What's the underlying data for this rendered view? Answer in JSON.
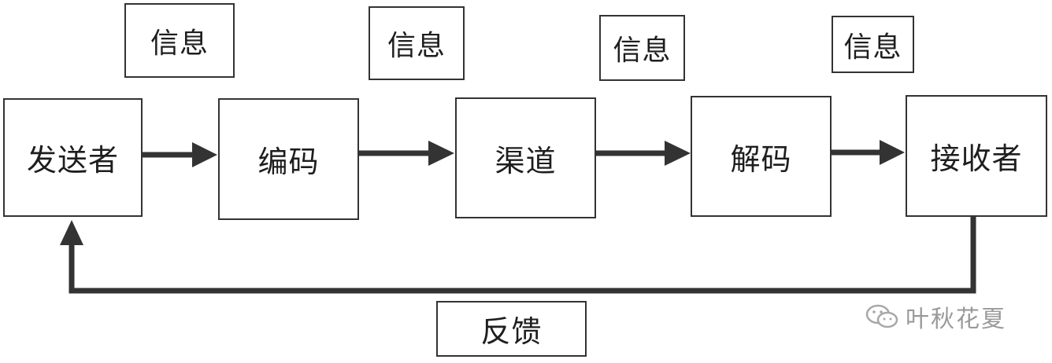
{
  "diagram": {
    "nodes": {
      "sender": "发送者",
      "encode": "编码",
      "channel": "渠道",
      "decode": "解码",
      "receiver": "接收者"
    },
    "messages": [
      "信息",
      "信息",
      "信息",
      "信息"
    ],
    "feedback": "反馈",
    "colors": {
      "stroke": "#333333",
      "text": "#1e1e1e",
      "watermark": "#9a9a9a"
    }
  },
  "watermark": {
    "icon": "wechat-icon",
    "text": "叶秋花夏"
  }
}
